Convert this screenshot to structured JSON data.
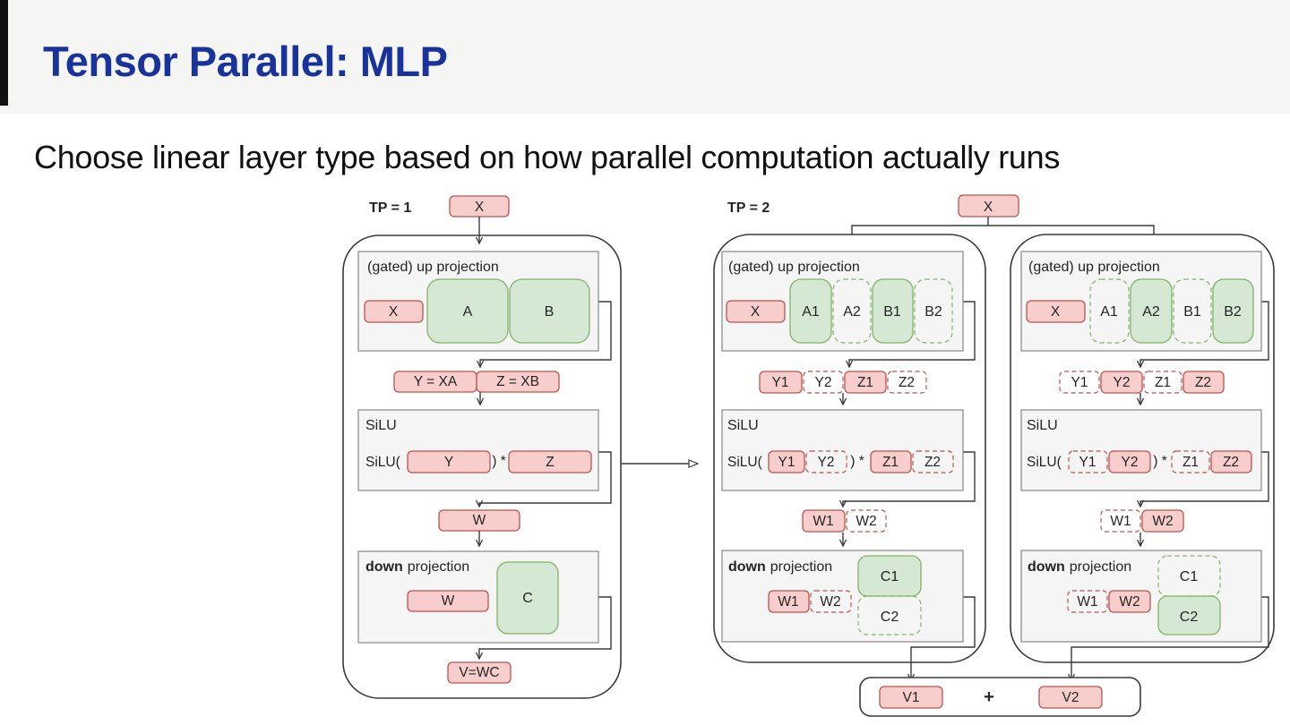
{
  "slide": {
    "title": "Tensor Parallel: MLP",
    "subtitle": "Choose linear layer type based on how parallel computation actually runs"
  },
  "colors": {
    "title_blue": "#19339b",
    "header_band": "#f5f5f4",
    "pink_fill": "#f8cecc",
    "pink_stroke": "#b85450",
    "green_fill": "#d5e8d4",
    "green_stroke": "#82b366",
    "section_fill": "#f5f5f5",
    "section_stroke": "#878787",
    "edge": "#3a3a3a"
  },
  "diagram": {
    "tp1": {
      "label": "TP = 1",
      "input": "X",
      "up": {
        "title": "(gated) up projection",
        "x": "X",
        "a": "A",
        "b": "B"
      },
      "yz": {
        "y": "Y = XA",
        "z": "Z = XB"
      },
      "silu": {
        "title": "SiLU",
        "open": "SiLU(",
        "y": "Y",
        "close": ") *",
        "z": "Z"
      },
      "w": "W",
      "down": {
        "bold": "down",
        "rest": "projection",
        "w": "W",
        "c": "C"
      },
      "out": "V=WC"
    },
    "tp2": {
      "label": "TP = 2",
      "input": "X",
      "r1": {
        "up": {
          "title": "(gated) up projection",
          "x": "X",
          "cells": [
            "A1",
            "A2",
            "B1",
            "B2"
          ]
        },
        "yz": [
          "Y1",
          "Y2",
          "Z1",
          "Z2"
        ],
        "silu": {
          "title": "SiLU",
          "open": "SiLU(",
          "close": ") *",
          "cells": [
            "Y1",
            "Y2",
            "Z1",
            "Z2"
          ]
        },
        "w": [
          "W1",
          "W2"
        ],
        "down": {
          "bold": "down",
          "rest": "projection",
          "w": [
            "W1",
            "W2"
          ],
          "c": [
            "C1",
            "C2"
          ]
        }
      },
      "r2": {
        "up": {
          "title": "(gated) up projection",
          "x": "X",
          "cells": [
            "A1",
            "A2",
            "B1",
            "B2"
          ]
        },
        "yz": [
          "Y1",
          "Y2",
          "Z1",
          "Z2"
        ],
        "silu": {
          "title": "SiLU",
          "open": "SiLU(",
          "close": ") *",
          "cells": [
            "Y1",
            "Y2",
            "Z1",
            "Z2"
          ]
        },
        "w": [
          "W1",
          "W2"
        ],
        "down": {
          "bold": "down",
          "rest": "projection",
          "w": [
            "W1",
            "W2"
          ],
          "c": [
            "C1",
            "C2"
          ]
        }
      },
      "sum": {
        "v1": "V1",
        "plus": "+",
        "v2": "V2"
      }
    }
  }
}
